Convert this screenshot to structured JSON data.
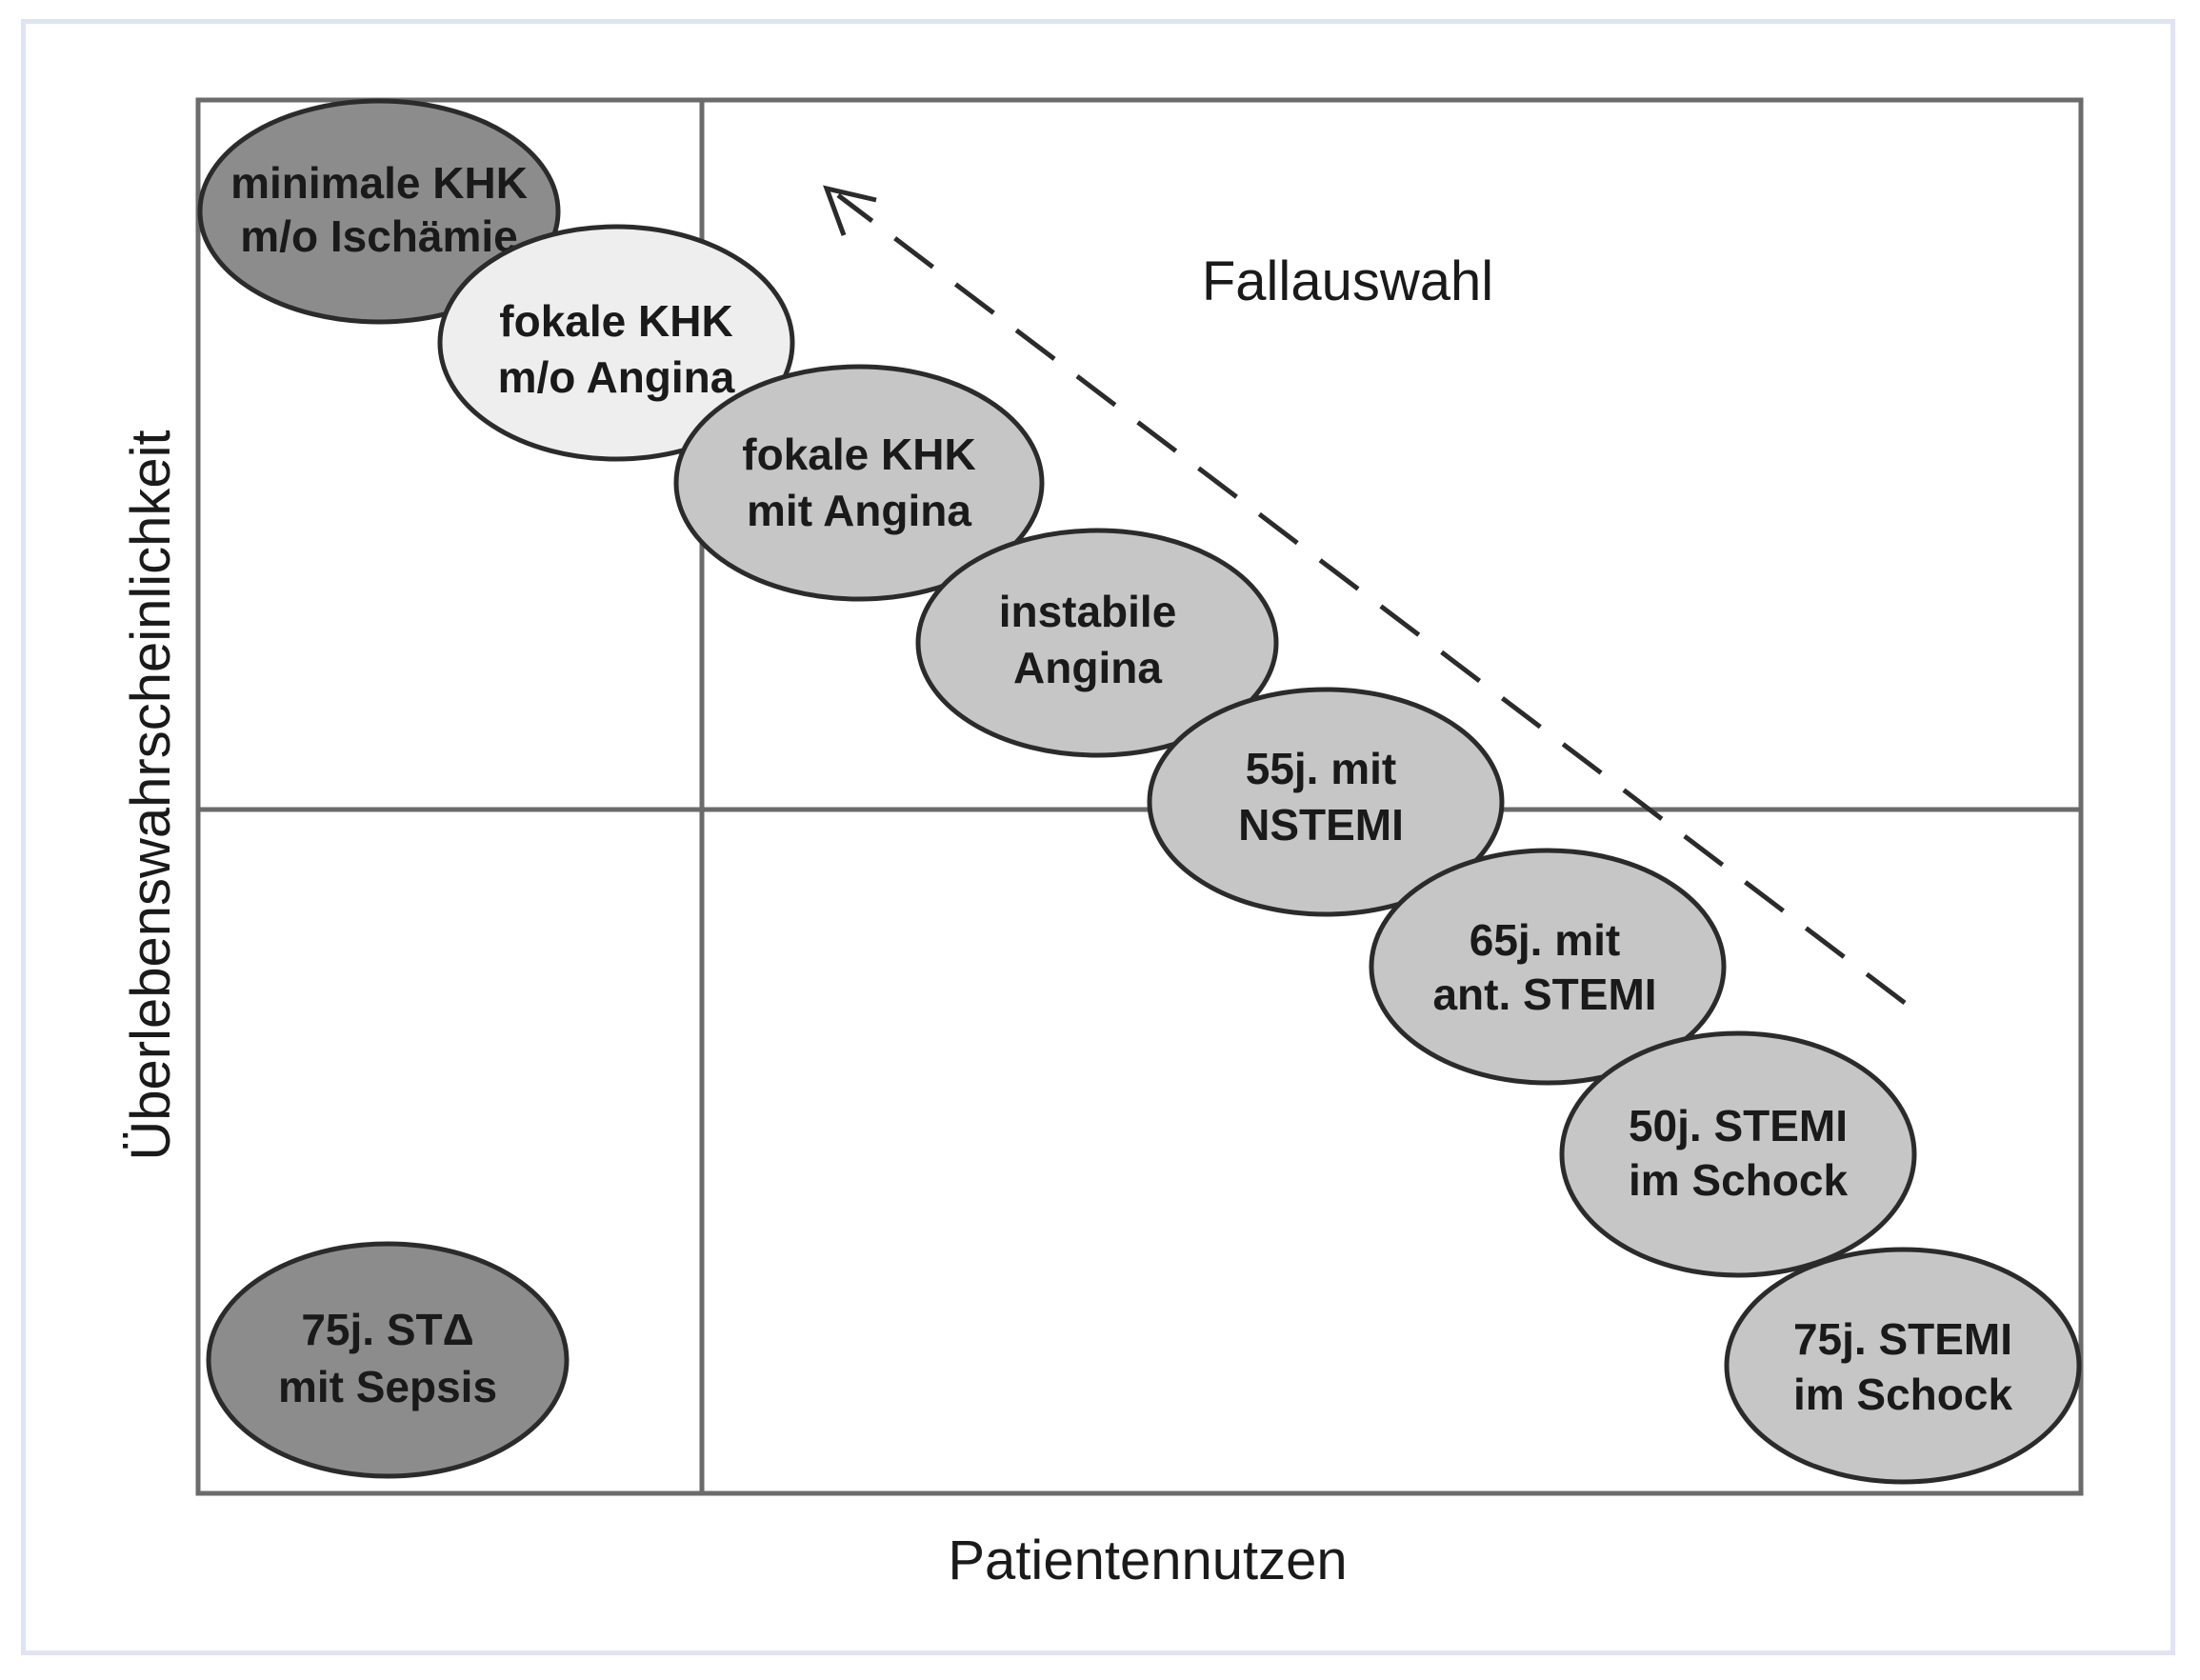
{
  "diagram": {
    "region_label": "Fallauswahl",
    "x_axis_label": "Patientennutzen",
    "y_axis_label": "Überlebenswahrscheinlichkeit",
    "colors": {
      "dark_fill": "#8c8c8c",
      "light_fill": "#eeeeee",
      "mid_fill": "#c6c6c6",
      "stroke": "#2b2b2b",
      "grid": "#6b6b6b"
    },
    "cases": [
      {
        "id": "minimale-khk",
        "line1": "minimale KHK",
        "line2": "m/o Ischämie",
        "fill": "dark"
      },
      {
        "id": "fokale-khk-ohne-angina",
        "line1": "fokale KHK",
        "line2": "m/o Angina",
        "fill": "light"
      },
      {
        "id": "fokale-khk-mit-angina",
        "line1": "fokale KHK",
        "line2": "mit Angina",
        "fill": "mid"
      },
      {
        "id": "instabile-angina",
        "line1": "instabile",
        "line2": "Angina",
        "fill": "mid"
      },
      {
        "id": "55j-nstemi",
        "line1": "55j. mit",
        "line2": "NSTEMI",
        "fill": "mid"
      },
      {
        "id": "65j-ant-stemi",
        "line1": "65j. mit",
        "line2": "ant. STEMI",
        "fill": "mid"
      },
      {
        "id": "50j-stemi-schock",
        "line1": "50j. STEMI",
        "line2": "im Schock",
        "fill": "mid"
      },
      {
        "id": "75j-stemi-schock",
        "line1": "75j. STEMI",
        "line2": "im Schock",
        "fill": "mid"
      },
      {
        "id": "75j-st-sepsis",
        "line1": "75j. STΔ",
        "line2": "mit Sepsis",
        "fill": "dark"
      }
    ]
  }
}
